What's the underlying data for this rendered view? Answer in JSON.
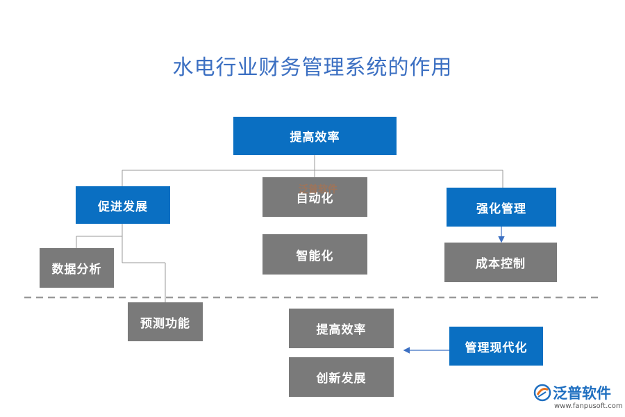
{
  "title": "水电行业财务管理系统的作用",
  "nodes": {
    "root": "提高效率",
    "left": "促进发展",
    "left_child_1": "数据分析",
    "left_child_2": "预测功能",
    "mid_1": "自动化",
    "mid_2": "智能化",
    "right": "强化管理",
    "right_child": "成本控制",
    "bottom_1": "提高效率",
    "bottom_2": "创新发展",
    "bottom_right": "管理现代化"
  },
  "watermark": "泛普软件",
  "logo": {
    "name": "泛普软件",
    "url": "www.fanpusoft.com",
    "icon": "fanpu-logo-icon"
  },
  "colors": {
    "title": "#3b6fc2",
    "blue_box": "#0a6fc2",
    "gray_box": "#7a7a7a",
    "connector": "#9a9a9a",
    "arrow": "#3b6fc2",
    "dashed": "#9a9a9a"
  }
}
